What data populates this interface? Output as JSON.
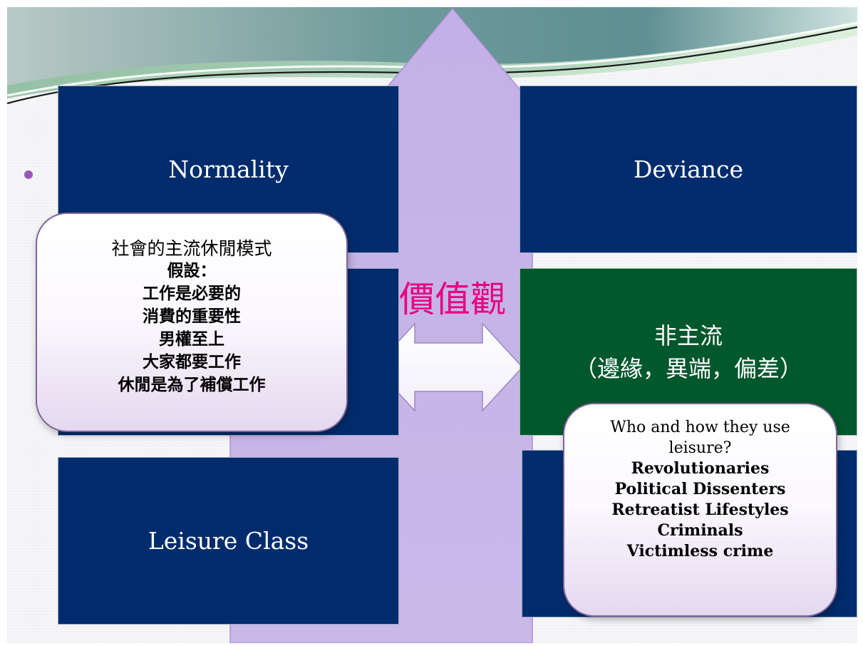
{
  "quadrants": {
    "normality": "Normality",
    "deviance": "Deviance",
    "leisure_class": "Leisure Class",
    "non_mainstream_line1": "非主流",
    "non_mainstream_line2": "（邊緣，異端，偏差）"
  },
  "center_label": "價值觀",
  "left_callout": {
    "title": "社會的主流休閒模式",
    "items": [
      "假設：",
      "工作是必要的",
      "消費的重要性",
      "男權至上",
      "大家都要工作",
      "休閒是為了補償工作"
    ]
  },
  "right_callout": {
    "question": "Who and how they use leisure?",
    "items": [
      "Revolutionaries",
      "Political Dissenters",
      "Retreatist Lifestyles",
      "Criminals",
      "Victimless crime"
    ]
  },
  "colors": {
    "navy_box": "#002c6d",
    "green_box": "#02582d",
    "arrow_fill": "#c8b4e8",
    "accent_pink": "#e6007e",
    "bullet": "#9b59b6"
  }
}
